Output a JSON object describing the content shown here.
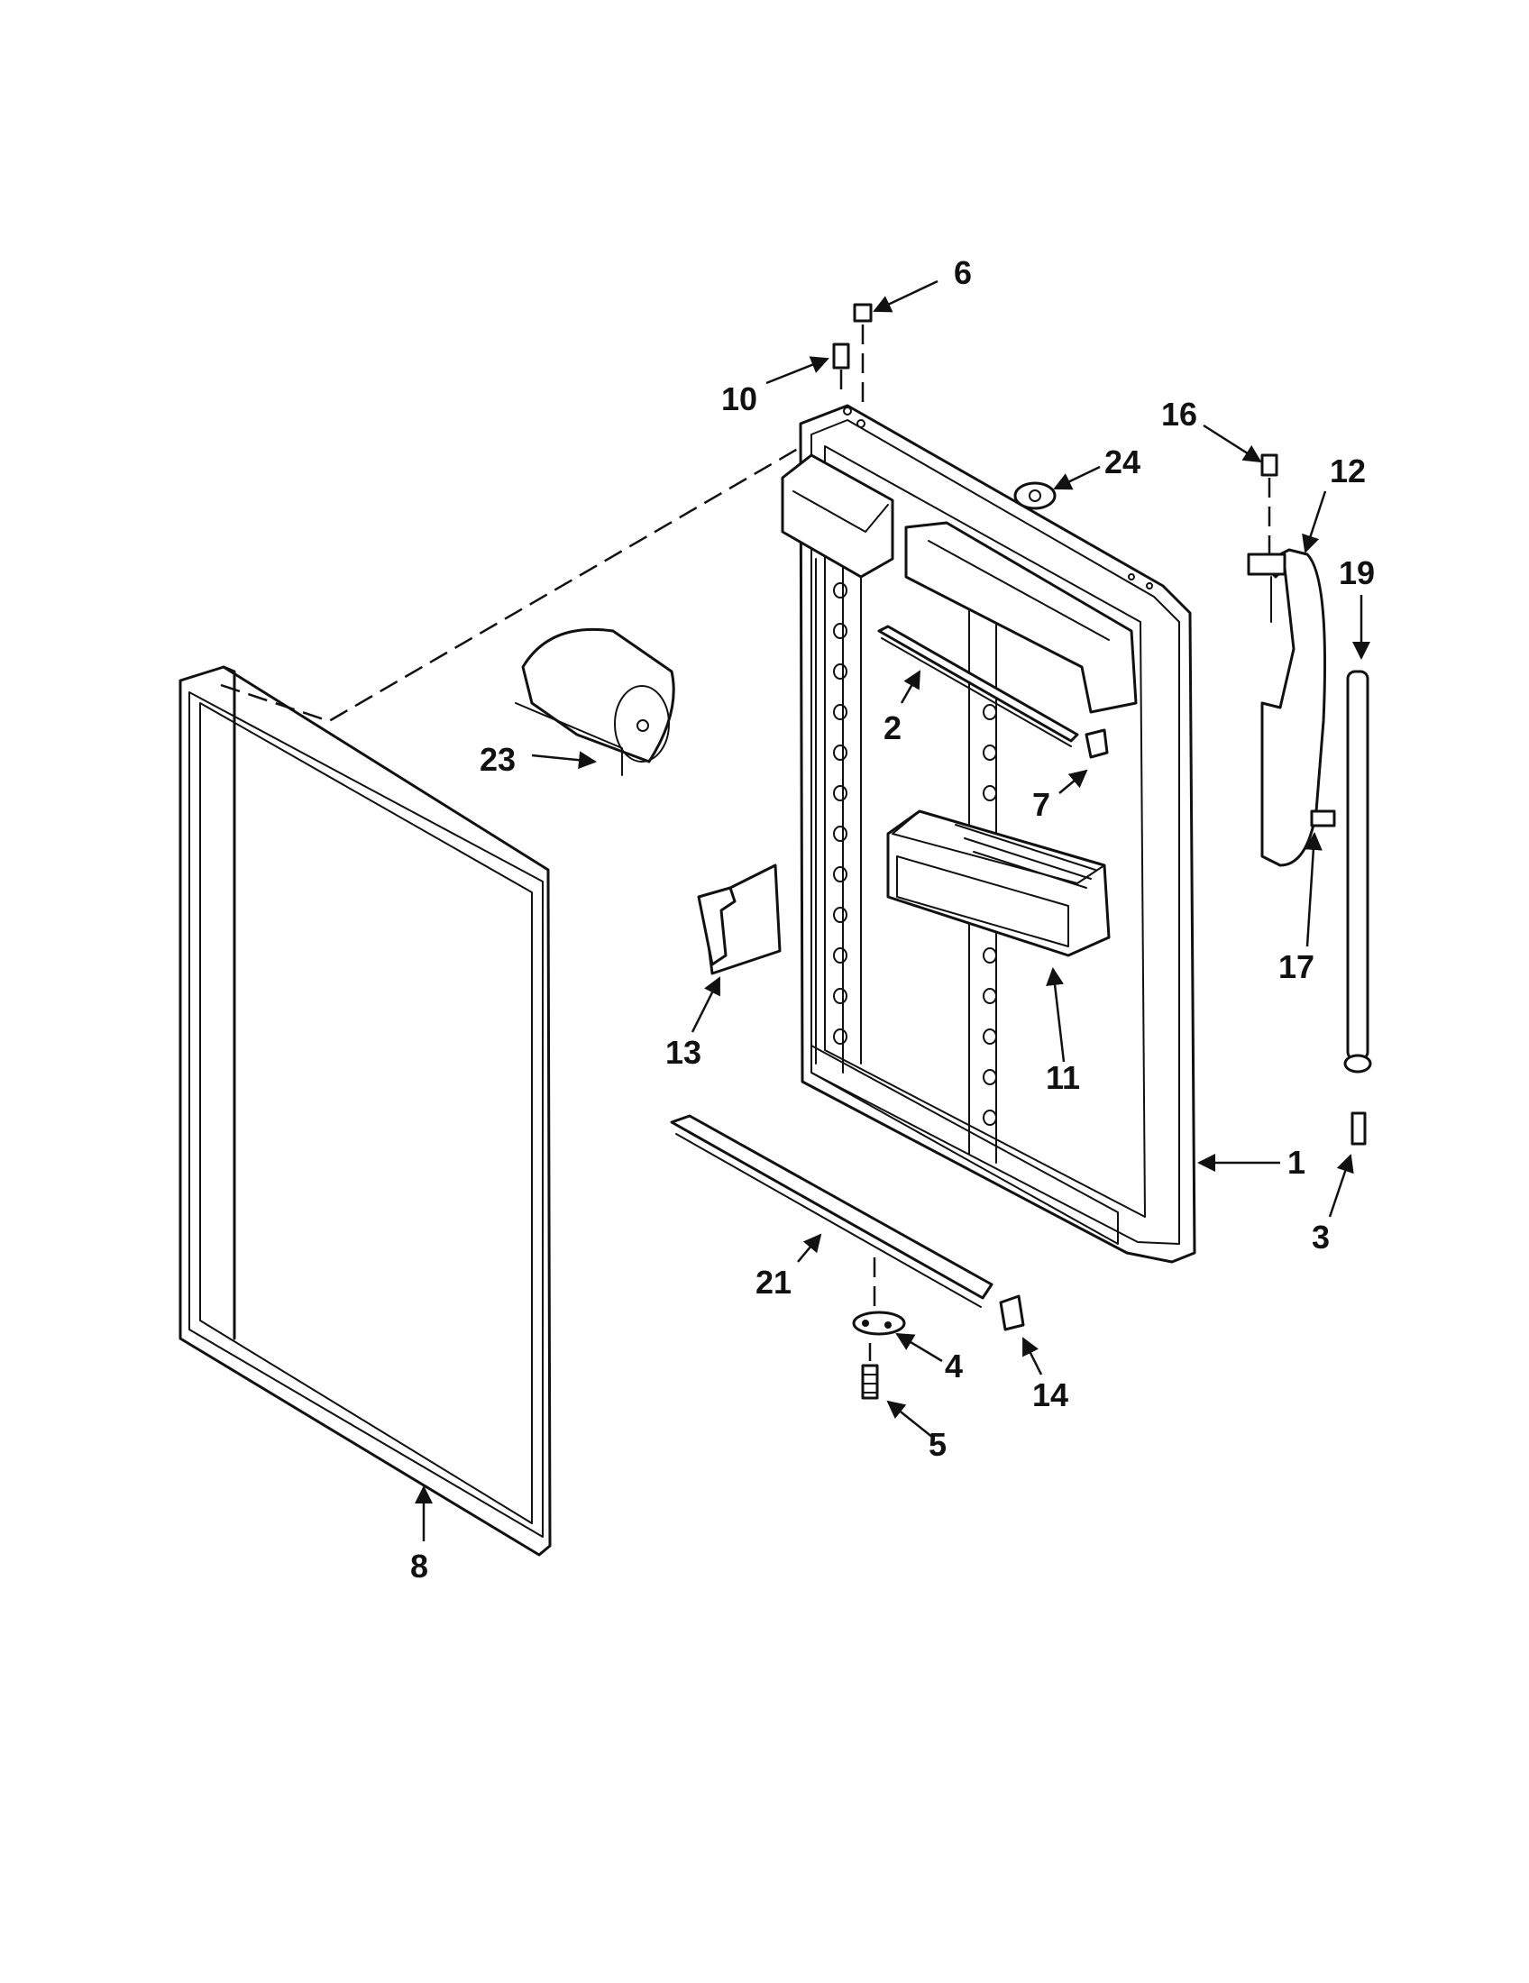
{
  "callouts": {
    "c1": "1",
    "c2": "2",
    "c3": "3",
    "c4": "4",
    "c5": "5",
    "c6": "6",
    "c7": "7",
    "c8": "8",
    "c10": "10",
    "c11": "11",
    "c12": "12",
    "c13": "13",
    "c14": "14",
    "c16": "16",
    "c17": "17",
    "c19": "19",
    "c21": "21",
    "c23": "23",
    "c24": "24"
  }
}
